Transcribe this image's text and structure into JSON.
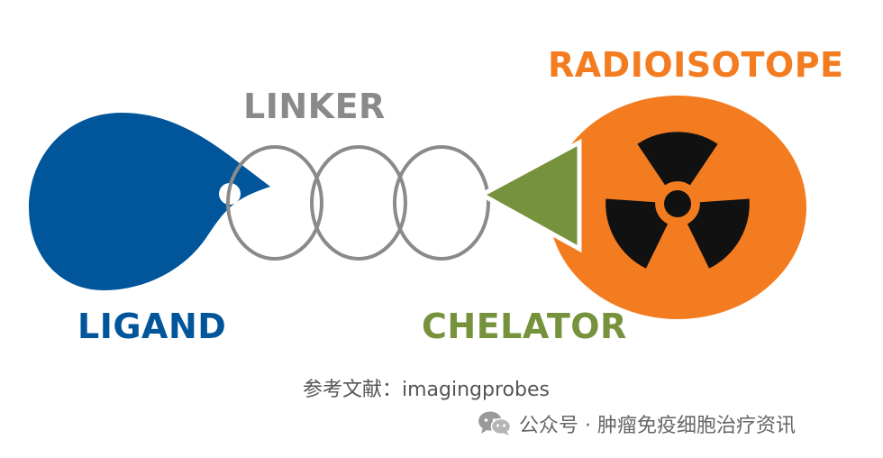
{
  "labels": {
    "ligand": "LIGAND",
    "linker": "LINKER",
    "radioisotope": "RADIOISOTOPE",
    "chelator": "CHELATOR"
  },
  "reference": "参考文献：imagingprobes",
  "footer": {
    "icon": "wechat-icon",
    "text": "公众号 · 肿瘤免疫细胞治疗资讯"
  },
  "colors": {
    "ligand": "#00559b",
    "linker": "#8a8a8a",
    "radioisotope": "#f47c20",
    "chelator": "#76923c",
    "radiation_symbol": "#111111"
  }
}
